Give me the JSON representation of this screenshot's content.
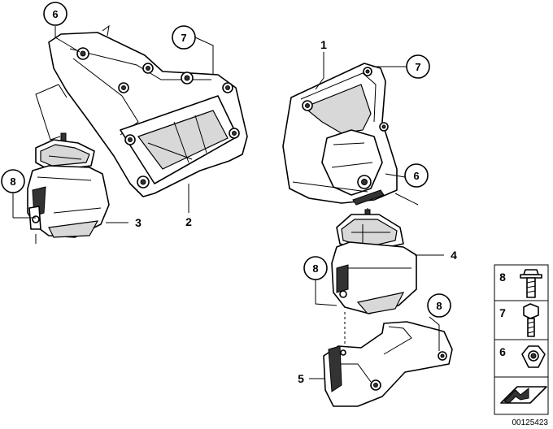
{
  "diagram": {
    "part_numbers": {
      "p1": "1",
      "p2": "2",
      "p3": "3",
      "p4": "4",
      "p5": "5"
    },
    "callouts": {
      "c6_top": "6",
      "c7_top": "7",
      "c8_left": "8",
      "c7_right": "7",
      "c6_right": "6",
      "c8_mid": "8",
      "c8_bottom": "8"
    },
    "legend": {
      "items": [
        {
          "number": "8",
          "icon": "bolt-flange-icon"
        },
        {
          "number": "7",
          "icon": "bolt-hex-icon"
        },
        {
          "number": "6",
          "icon": "hex-nut-icon"
        }
      ],
      "footer_icon": "arrow-plate-icon"
    },
    "image_number": "00125423"
  }
}
